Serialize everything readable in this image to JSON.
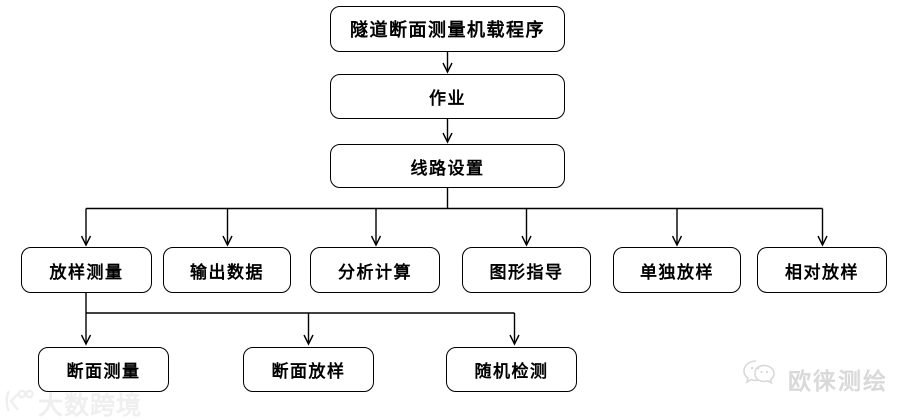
{
  "flowchart": {
    "root": "隧道断面测量机载程序",
    "level2": "作业",
    "level3": "线路设置",
    "branches": [
      "放样测量",
      "输出数据",
      "分析计算",
      "图形指导",
      "单独放样",
      "相对放样"
    ],
    "sub_branches": [
      "断面测量",
      "断面放样",
      "随机检测"
    ]
  },
  "watermarks": {
    "bottom_left": {
      "icon": "k100-logo-icon",
      "text": "大数跨境"
    },
    "bottom_right": {
      "icon": "wechat-icon",
      "text": "欧徕测绘"
    }
  },
  "colors": {
    "line": "#000000",
    "box_border": "#000000",
    "box_background": "#ffffff",
    "page_background": "#ffffff",
    "watermark_left": "#f0efef",
    "watermark_right": "#d9d9d9"
  }
}
